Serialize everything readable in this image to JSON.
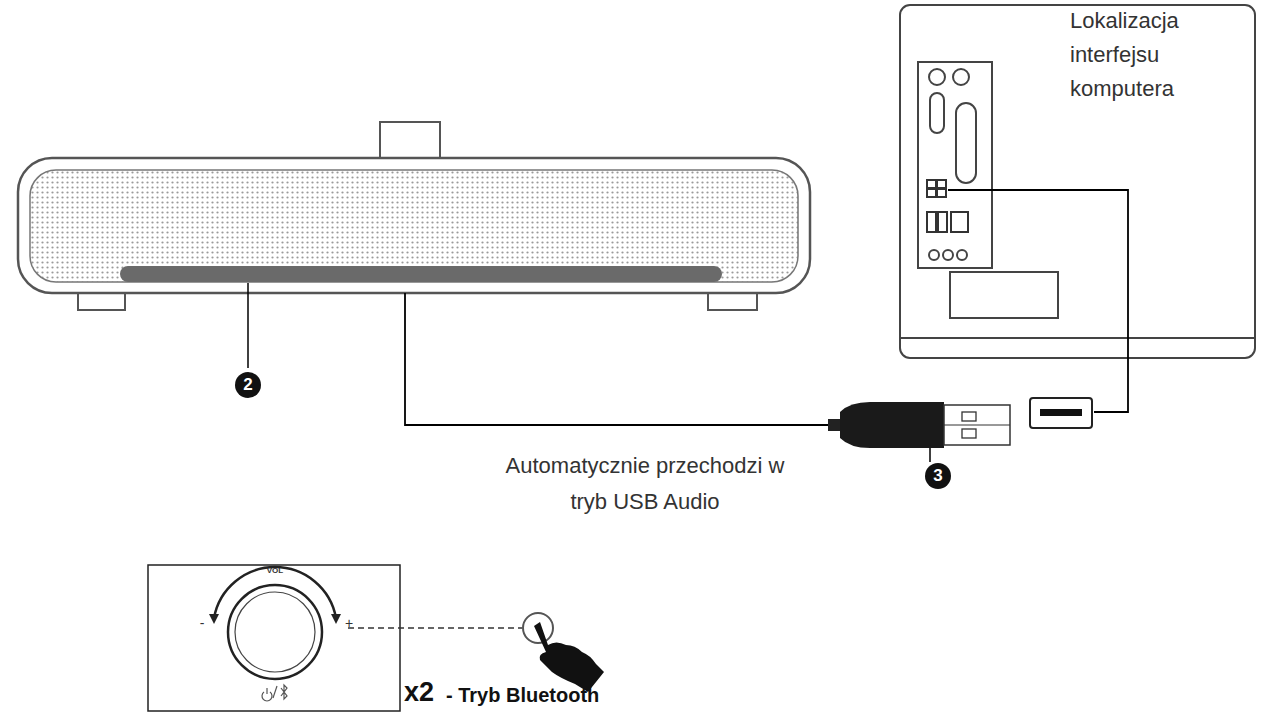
{
  "diagram": {
    "labels": [
      "2",
      "3",
      "Lokalizacja interfejsu komputera",
      "Automatycznie przechodzi w tryb USB Audio",
      "VOL",
      "-",
      "+",
      "x2",
      "- Tryb Bluetooth"
    ]
  }
}
